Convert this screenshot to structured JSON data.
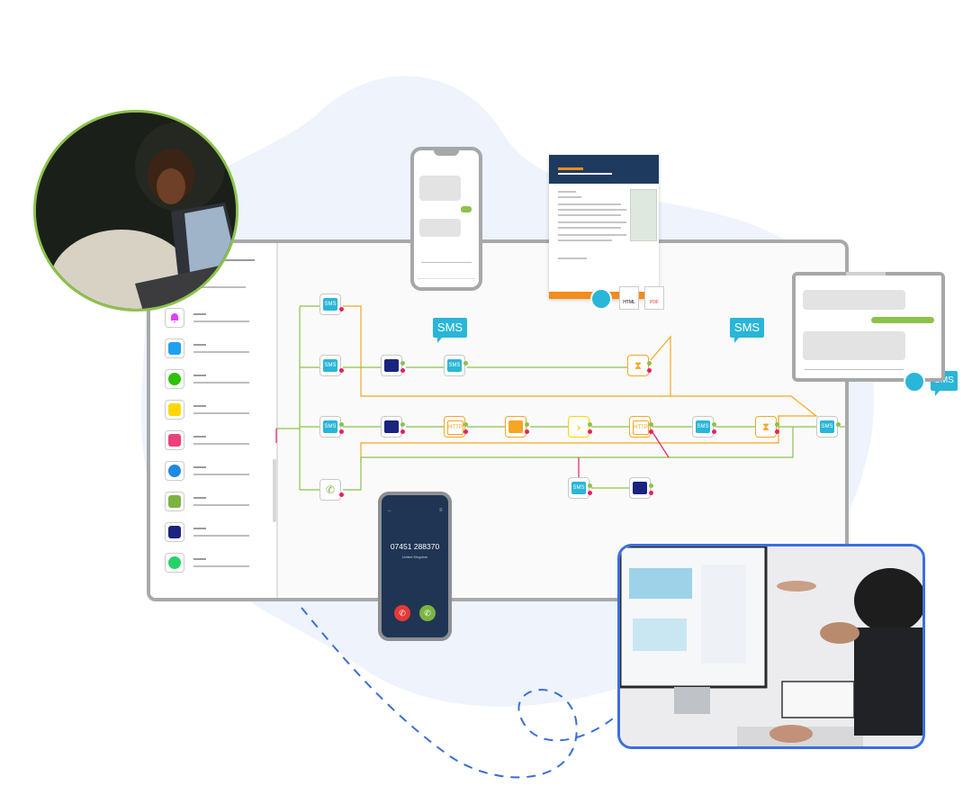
{
  "colors": {
    "accent": "#29b6d8",
    "blob": "#eef3fc",
    "line_green": "#8bc34a",
    "line_orange": "#f5a623",
    "line_pink": "#e91e63",
    "doc_header": "#1f3a5f",
    "doc_footer": "#f28c1b",
    "call_bg": "#1f3553"
  },
  "sidebar": {
    "channels": [
      {
        "icon": "bell-icon",
        "color": "#e040fb"
      },
      {
        "icon": "twitter-icon",
        "color": "#1da1f2"
      },
      {
        "icon": "wechat-icon",
        "color": "#2dc100"
      },
      {
        "icon": "note-icon",
        "color": "#ffd600"
      },
      {
        "icon": "mail-icon",
        "color": "#ec407a"
      },
      {
        "icon": "messenger-icon",
        "color": "#1e88e5"
      },
      {
        "icon": "phone-icon",
        "color": "#7cb342"
      },
      {
        "icon": "chat-icon",
        "color": "#1a237e"
      },
      {
        "icon": "whatsapp-icon",
        "color": "#25d366"
      }
    ]
  },
  "flow": {
    "sms_label": "SMS",
    "node_label_sms": "SMS",
    "node_label_http": "HTTP"
  },
  "bubbles": {
    "sms_1": "SMS",
    "sms_2": "SMS",
    "sms_3": "SMS"
  },
  "document": {
    "attachments": [
      "HTML",
      "PDF"
    ]
  },
  "call": {
    "number": "07451 288370",
    "country": "United Kingdom"
  }
}
